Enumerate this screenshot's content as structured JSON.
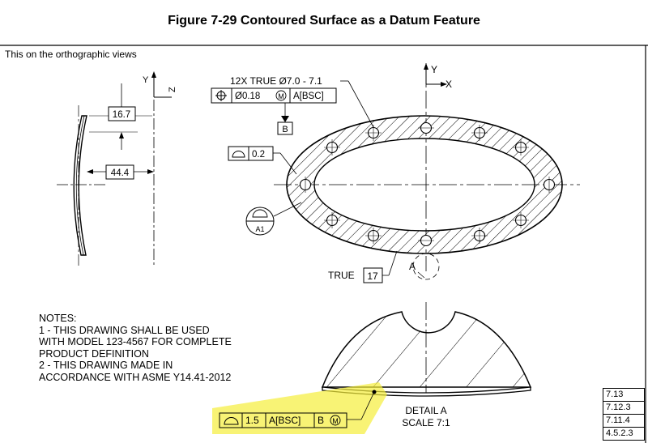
{
  "title": "Figure 7-29 Contoured Surface as a Datum Feature",
  "frame_label": "This on the orthographic views",
  "side_view": {
    "axis_y": "Y",
    "axis_z": "Z",
    "dim_top": "16.7",
    "dim_mid": "44.4"
  },
  "front_view": {
    "axis_y": "Y",
    "axis_x": "X",
    "hole_callout": "12X TRUE Ø7.0 - 7.1",
    "position_tol": "Ø0.18",
    "position_mod": "M",
    "position_datums": "A[BSC]",
    "datum_b_label": "B",
    "profile_tol": "0.2",
    "datum_target": "A1",
    "true_label": "TRUE",
    "true_value": "17",
    "datum_a_label": "A"
  },
  "notes": {
    "heading": "NOTES:",
    "lines": [
      "1 - THIS DRAWING SHALL BE USED",
      "WITH MODEL 123-4567 FOR COMPLETE",
      "PRODUCT DEFINITION",
      "2 - THIS DRAWING MADE IN",
      "ACCORDANCE WITH ASME Y14.41-2012"
    ]
  },
  "detail": {
    "name": "DETAIL A",
    "scale": "SCALE 7:1",
    "profile_tol": "1.5",
    "datum_a": "A[BSC]",
    "datum_b": "B",
    "mod": "M",
    "highlight_color": "#f5ee3a"
  },
  "references": [
    "7.13",
    "7.12.3",
    "7.11.4",
    "4.5.2.3"
  ]
}
